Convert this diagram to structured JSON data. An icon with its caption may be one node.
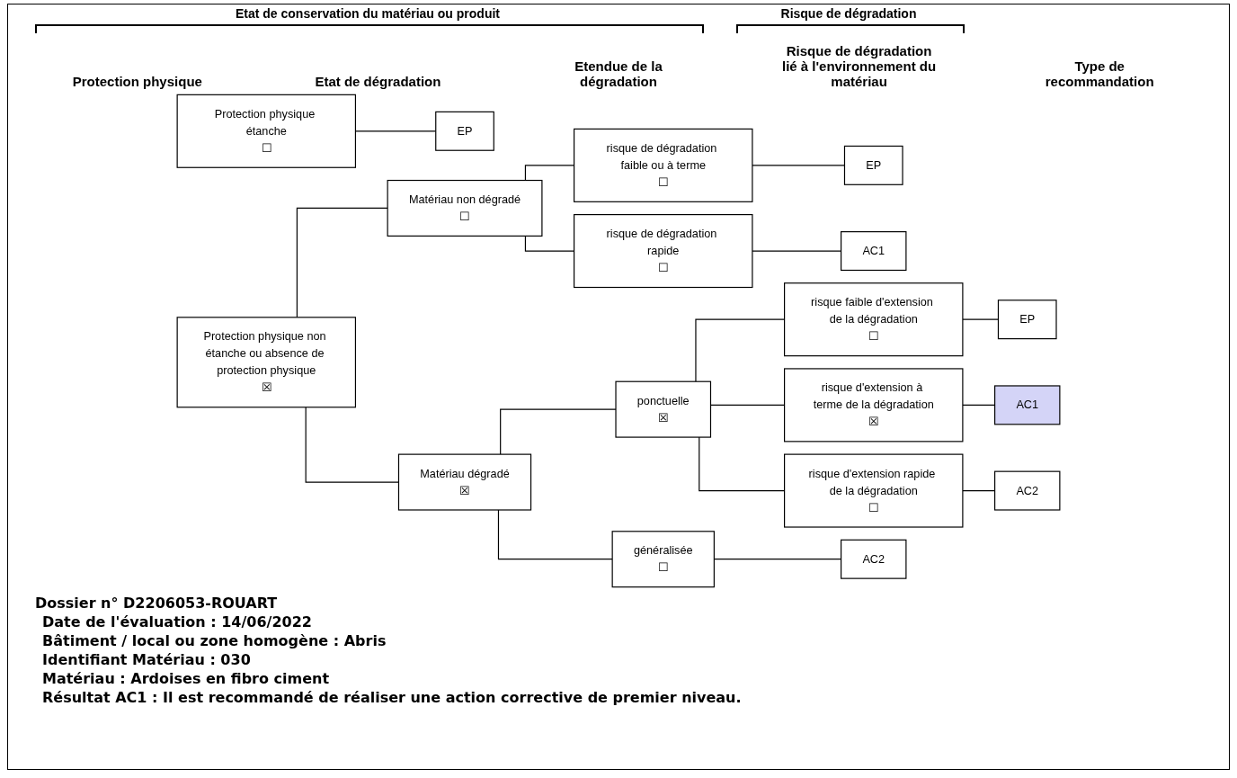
{
  "diagram": {
    "nodes": [
      {
        "text": [
          "Protection physique étanche",
          "☐"
        ]
      },
      {
        "text": [
          "EP"
        ]
      },
      {
        "text": [
          "Protection physique non étanche ou absence de protection physique",
          "☒"
        ]
      },
      {
        "text": [
          "Matériau non dégradé",
          "☐"
        ]
      },
      {
        "text": [
          "Matériau dégradé",
          "☒"
        ]
      },
      {
        "text": [
          "ponctuelle",
          "☒"
        ]
      },
      {
        "text": [
          "généralisée",
          "☐"
        ]
      },
      {
        "text": [
          "risque de dégradation faible ou à terme",
          "☐"
        ]
      },
      {
        "text": [
          "risque de dégradation rapide",
          "☐"
        ]
      },
      {
        "text": [
          "EP"
        ]
      },
      {
        "text": [
          "AC1"
        ]
      },
      {
        "text": [
          "risque faible d'extension de la dégradation",
          "☐"
        ]
      },
      {
        "text": [
          "risque d'extension à terme de la dégradation",
          "☒"
        ]
      },
      {
        "text": [
          "risque d'extension rapide de la dégradation",
          "☐"
        ]
      },
      {
        "text": [
          "EP"
        ]
      },
      {
        "text": [
          "AC1"
        ]
      },
      {
        "text": [
          "AC2"
        ]
      },
      {
        "text": [
          "AC2"
        ]
      }
    ],
    "edges": [
      {
        "from": 0,
        "to": 1,
        "arrow": "none"
      },
      {
        "from": 2,
        "to": 3,
        "arrow": "none"
      },
      {
        "from": 2,
        "to": 4,
        "arrow": "none"
      },
      {
        "from": 3,
        "to": 7,
        "arrow": "none"
      },
      {
        "from": 3,
        "to": 8,
        "arrow": "none"
      },
      {
        "from": 7,
        "to": 9,
        "arrow": "none"
      },
      {
        "from": 8,
        "to": 10,
        "arrow": "none"
      },
      {
        "from": 4,
        "to": 5,
        "arrow": "none"
      },
      {
        "from": 4,
        "to": 6,
        "arrow": "none"
      },
      {
        "from": 5,
        "to": 11,
        "arrow": "none"
      },
      {
        "from": 5,
        "to": 12,
        "arrow": "none"
      },
      {
        "from": 5,
        "to": 13,
        "arrow": "none"
      },
      {
        "from": 11,
        "to": 14,
        "arrow": "none"
      },
      {
        "from": 12,
        "to": 15,
        "arrow": "none"
      },
      {
        "from": 13,
        "to": 16,
        "arrow": "none"
      },
      {
        "from": 6,
        "to": 17,
        "arrow": "none"
      }
    ],
    "labels": [
      "Etat de conservation du matériau ou produit",
      "Risque de dégradation",
      "Protection physique",
      "Etat de dégradation",
      "Etendue de la dégradation",
      "Risque de dégradation lié à l'environnement du matériau",
      "Type de recommandation",
      "Dossier n° D2206053-ROUART",
      "Date de l'évaluation : 14/06/2022",
      "Bâtiment / local ou zone homogène : Abris",
      "Identifiant Matériau : 030",
      "Matériau : Ardoises en fibro ciment",
      "Résultat AC1 : Il est recommandé de réaliser une action corrective de premier niveau."
    ]
  }
}
